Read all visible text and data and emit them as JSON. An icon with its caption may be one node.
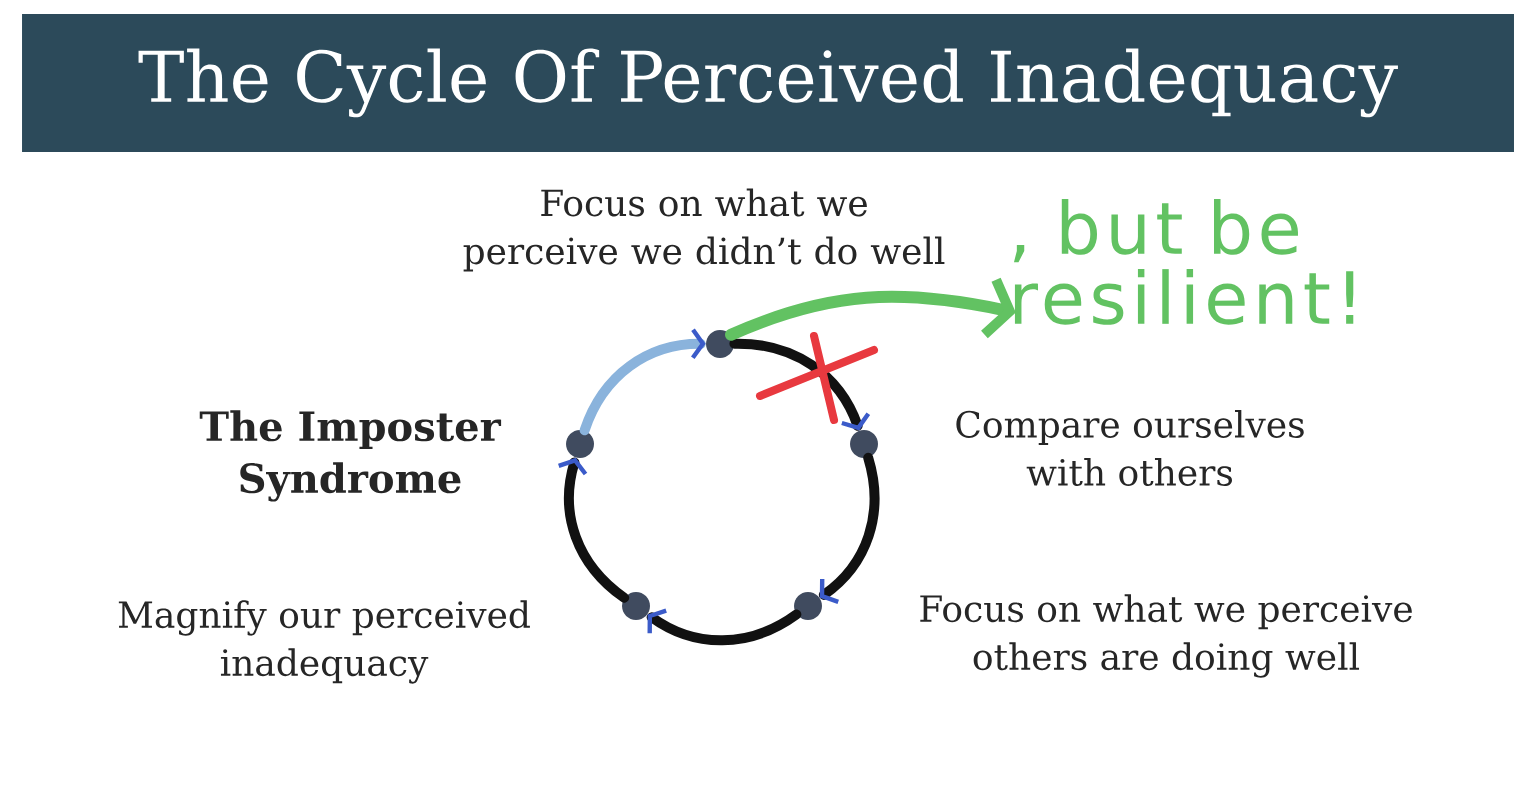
{
  "diagram": {
    "title": "The Cycle Of Perceived Inadequacy",
    "nodes": [
      {
        "text": [],
        "shape": "circle",
        "beside": [
          "Focus on what we perceive we didn’t do well"
        ]
      },
      {
        "text": [],
        "shape": "circle",
        "beside": [
          "Compare ourselves with others"
        ]
      },
      {
        "text": [],
        "shape": "circle",
        "beside": [
          "Focus on what we perceive others are doing well"
        ]
      },
      {
        "text": [],
        "shape": "circle",
        "beside": [
          "Magnify our perceived inadequacy"
        ]
      },
      {
        "text": [],
        "shape": "circle",
        "beside": [
          "The Imposter Syndrome"
        ]
      },
      {
        "text": [
          ", but be resilient!"
        ]
      }
    ],
    "edges": [
      {
        "from": 0,
        "to": 1,
        "arrow": "to"
      },
      {
        "from": 1,
        "to": 2,
        "arrow": "to"
      },
      {
        "from": 2,
        "to": 3,
        "arrow": "to"
      },
      {
        "from": 3,
        "to": 4,
        "arrow": "to"
      },
      {
        "from": 4,
        "to": 0,
        "arrow": "to",
        "color": "#8ab3dc"
      },
      {
        "from": 0,
        "to": 5,
        "arrow": "to",
        "color": "#62c262"
      }
    ]
  }
}
